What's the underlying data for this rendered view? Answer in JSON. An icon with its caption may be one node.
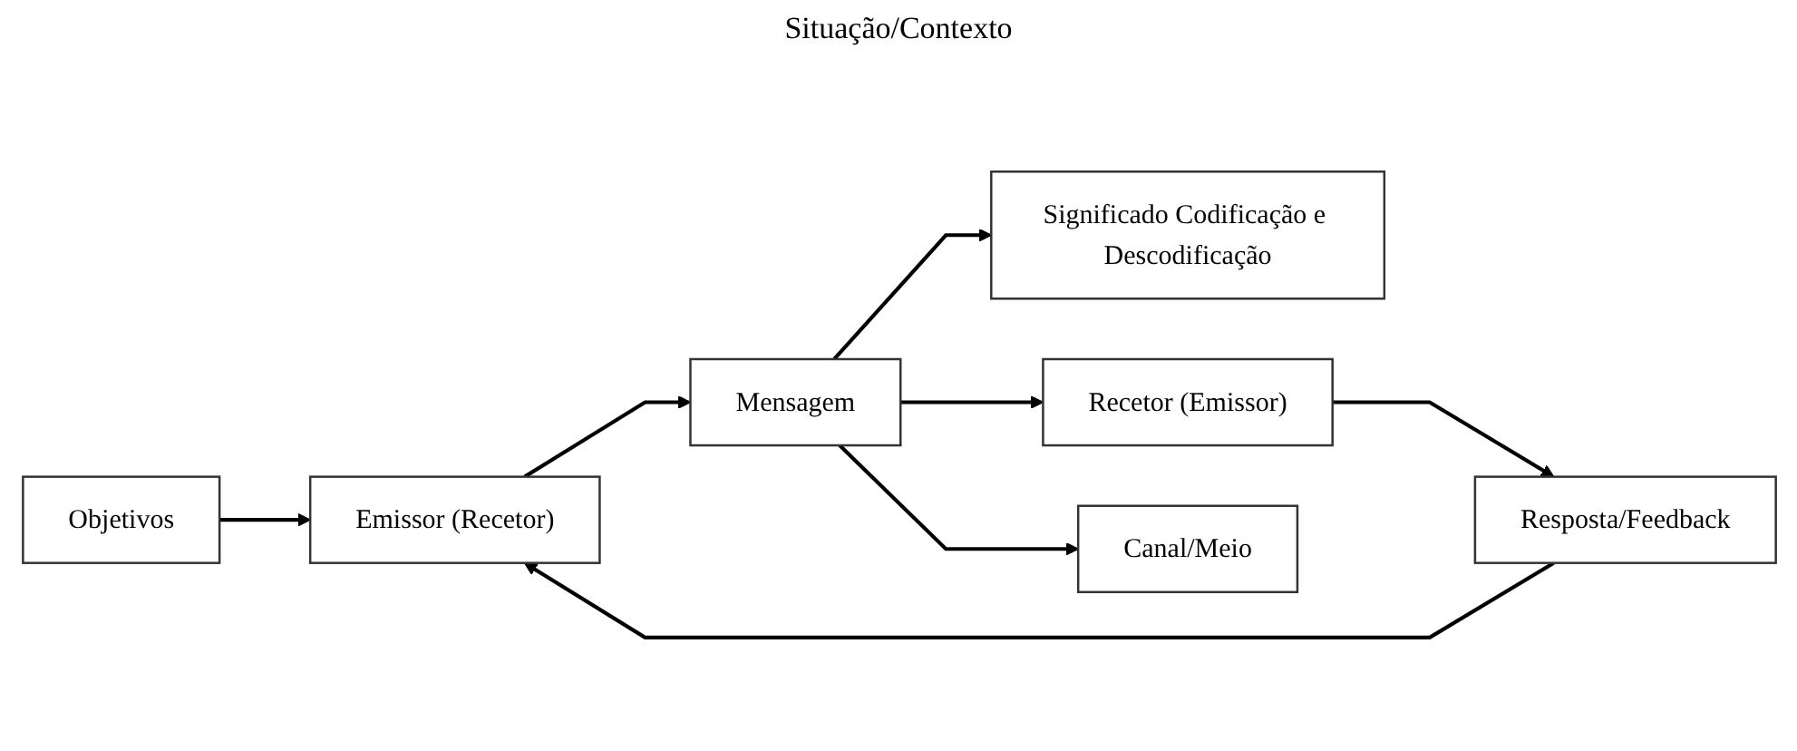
{
  "diagram": {
    "nodes": [
      {
        "text": [
          "Objetivos"
        ]
      },
      {
        "text": [
          "Emissor (Recetor)"
        ]
      },
      {
        "text": [
          "Significado Codificação e Descodificação"
        ]
      },
      {
        "text": [
          "Mensagem"
        ]
      },
      {
        "text": [
          "Recetor (Emissor)"
        ]
      },
      {
        "text": [
          "Canal/Meio"
        ]
      },
      {
        "text": [
          "Resposta/Feedback"
        ]
      }
    ],
    "edges": [
      {
        "from": 0,
        "to": 1,
        "arrow": "to"
      },
      {
        "from": 1,
        "to": 3,
        "arrow": "to"
      },
      {
        "from": 3,
        "to": 2,
        "arrow": "to"
      },
      {
        "from": 3,
        "to": 5,
        "arrow": "to"
      },
      {
        "from": 3,
        "to": 4,
        "arrow": "to"
      },
      {
        "from": 4,
        "to": 6,
        "arrow": "to"
      },
      {
        "from": 6,
        "to": 1,
        "arrow": "to"
      }
    ],
    "labels": [
      "Situação/Contexto"
    ]
  }
}
